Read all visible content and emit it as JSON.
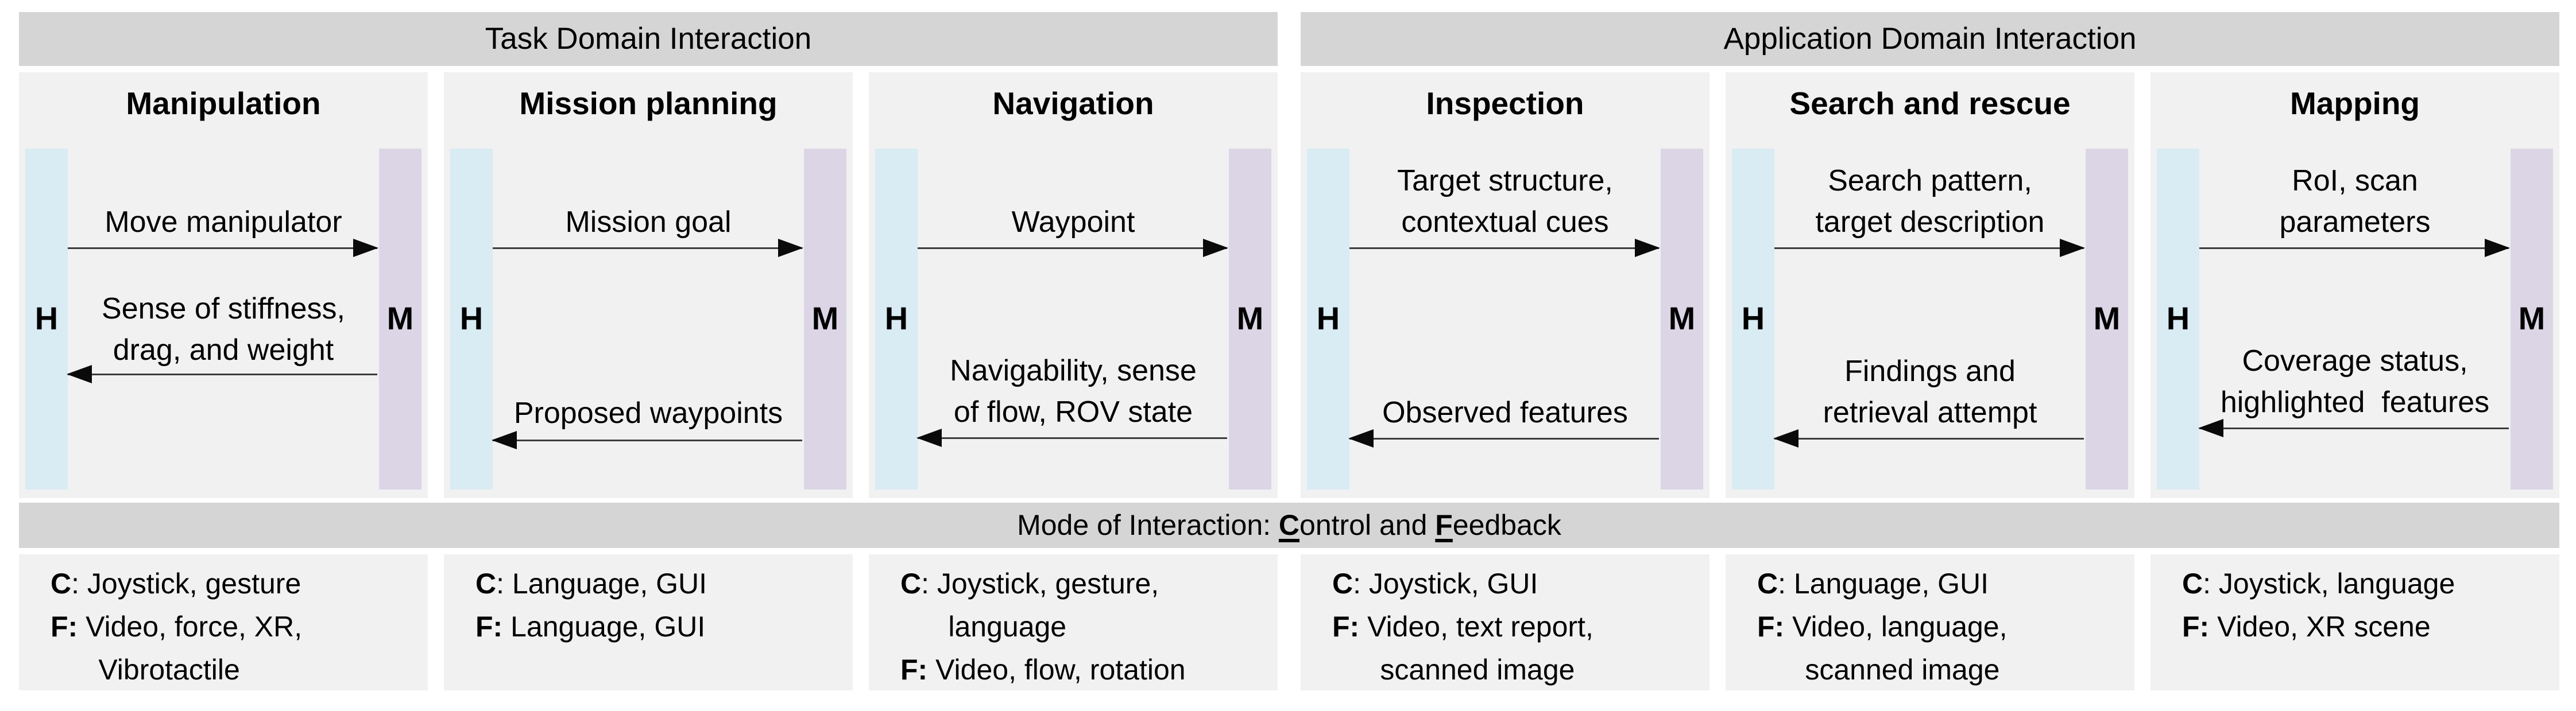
{
  "headers": {
    "left": "Task Domain Interaction",
    "right": "Application Domain Interaction"
  },
  "actors": {
    "human": "H",
    "machine": "M"
  },
  "mode_bar": {
    "prefix": "Mode of Interaction: ",
    "control_initial": "C",
    "control_rest": "ontrol and ",
    "feedback_initial": "F",
    "feedback_rest": "eedback"
  },
  "colors": {
    "header_bg": "#d5d5d5",
    "panel_bg": "#f1f1f1",
    "human_bar": "#d9ebf3",
    "machine_bar": "#dcd5e6",
    "arrow_line": "#3c3c3c",
    "text": "#000000"
  },
  "panels": [
    {
      "title": "Manipulation",
      "to_machine": {
        "line1": "Move manipulator",
        "line2": ""
      },
      "to_human": {
        "line1": "Sense of stiffness,",
        "line2": "drag, and weight"
      },
      "modes": {
        "lines": [
          {
            "b": "C",
            "t": ": Joystick, gesture"
          },
          {
            "b": "F:",
            "t": " Video, force, XR,"
          },
          {
            "b": "",
            "t": "      Vibrotactile"
          }
        ]
      }
    },
    {
      "title": "Mission planning",
      "to_machine": {
        "line1": "Mission goal",
        "line2": ""
      },
      "to_human": {
        "line1": "Proposed waypoints",
        "line2": ""
      },
      "modes": {
        "lines": [
          {
            "b": "C",
            "t": ": Language, GUI"
          },
          {
            "b": "F:",
            "t": " Language, GUI"
          },
          {
            "b": "",
            "t": ""
          }
        ]
      }
    },
    {
      "title": "Navigation",
      "to_machine": {
        "line1": "Waypoint",
        "line2": ""
      },
      "to_human": {
        "line1": "Navigability, sense",
        "line2": "of flow, ROV state"
      },
      "modes": {
        "lines": [
          {
            "b": "C",
            "t": ": Joystick, gesture,"
          },
          {
            "b": "",
            "t": "      language"
          },
          {
            "b": "F:",
            "t": " Video, flow, rotation"
          }
        ]
      }
    },
    {
      "title": "Inspection",
      "to_machine": {
        "line1": "Target structure,",
        "line2": "contextual cues"
      },
      "to_human": {
        "line1": "Observed features",
        "line2": ""
      },
      "modes": {
        "lines": [
          {
            "b": "C",
            "t": ": Joystick, GUI"
          },
          {
            "b": "F:",
            "t": " Video, text report,"
          },
          {
            "b": "",
            "t": "      scanned image"
          }
        ]
      }
    },
    {
      "title": "Search and rescue",
      "to_machine": {
        "line1": "Search pattern,",
        "line2": "target description"
      },
      "to_human": {
        "line1": "Findings and",
        "line2": "retrieval attempt"
      },
      "modes": {
        "lines": [
          {
            "b": "C",
            "t": ": Language, GUI"
          },
          {
            "b": "F:",
            "t": " Video, language,"
          },
          {
            "b": "",
            "t": "      scanned image"
          }
        ]
      }
    },
    {
      "title": "Mapping",
      "to_machine": {
        "line1": "RoI, scan",
        "line2": "parameters"
      },
      "to_human": {
        "line1": "Coverage status,",
        "line2": "highlighted  features"
      },
      "modes": {
        "lines": [
          {
            "b": "C",
            "t": ": Joystick, language"
          },
          {
            "b": "F:",
            "t": " Video, XR scene"
          },
          {
            "b": "",
            "t": ""
          }
        ]
      }
    }
  ]
}
